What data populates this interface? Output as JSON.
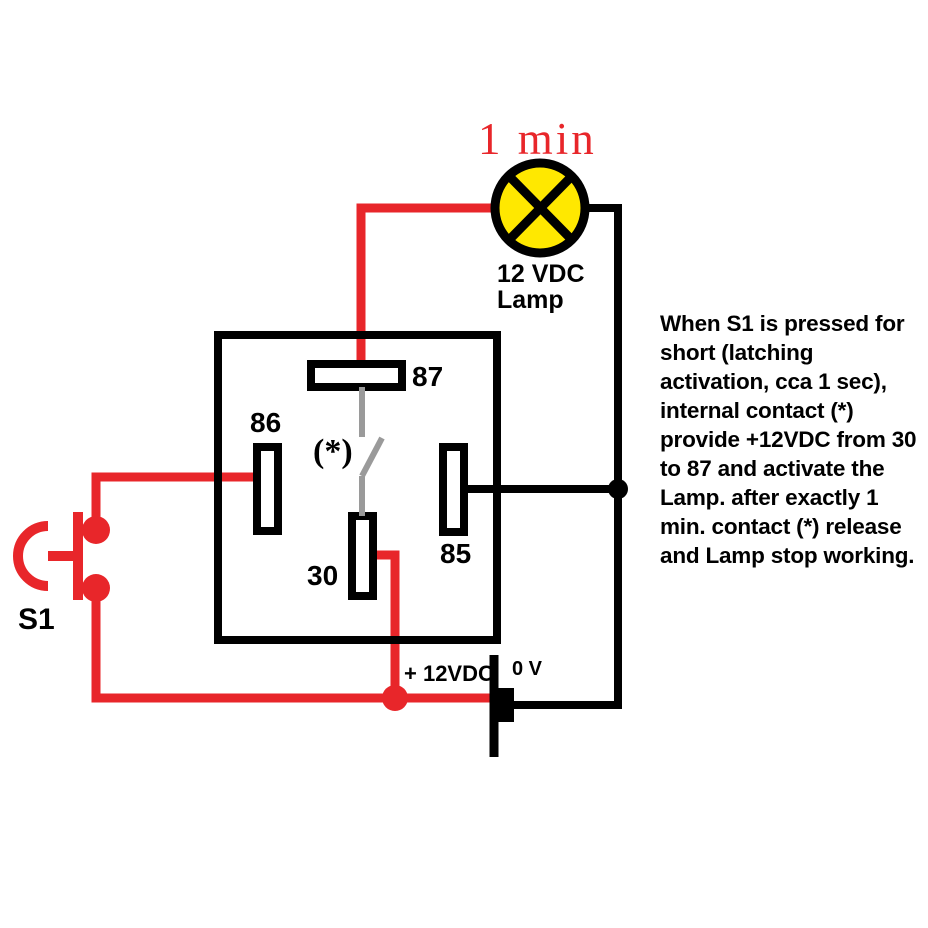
{
  "diagram": {
    "title_note": "1 min",
    "lamp": {
      "timer_label": "1 min",
      "label": "12 VDC\nLamp",
      "symbol": "lamp-cross-icon",
      "fill_color": "#ffe800",
      "outline_color": "#000000"
    },
    "relay": {
      "terminals": [
        {
          "id": "87",
          "label": "87"
        },
        {
          "id": "86",
          "label": "86"
        },
        {
          "id": "85",
          "label": "85"
        },
        {
          "id": "30",
          "label": "30"
        }
      ],
      "internal_contact_label": "(*)",
      "contact_color": "#9a9a9a"
    },
    "switch": {
      "label": "S1",
      "symbol": "pushbutton-icon",
      "color": "#e8262a"
    },
    "battery": {
      "positive_label": "+ 12VDC",
      "negative_label": "0 V",
      "symbol": "battery-cell-icon"
    },
    "wires": {
      "positive_color": "#e8262a",
      "ground_color": "#000000"
    },
    "description": "When S1 is pressed for short (latching activation, cca 1 sec), internal contact (*) provide +12VDC from 30 to 87 and activate the Lamp. after exactly 1 min. contact (*) release and Lamp stop working."
  }
}
